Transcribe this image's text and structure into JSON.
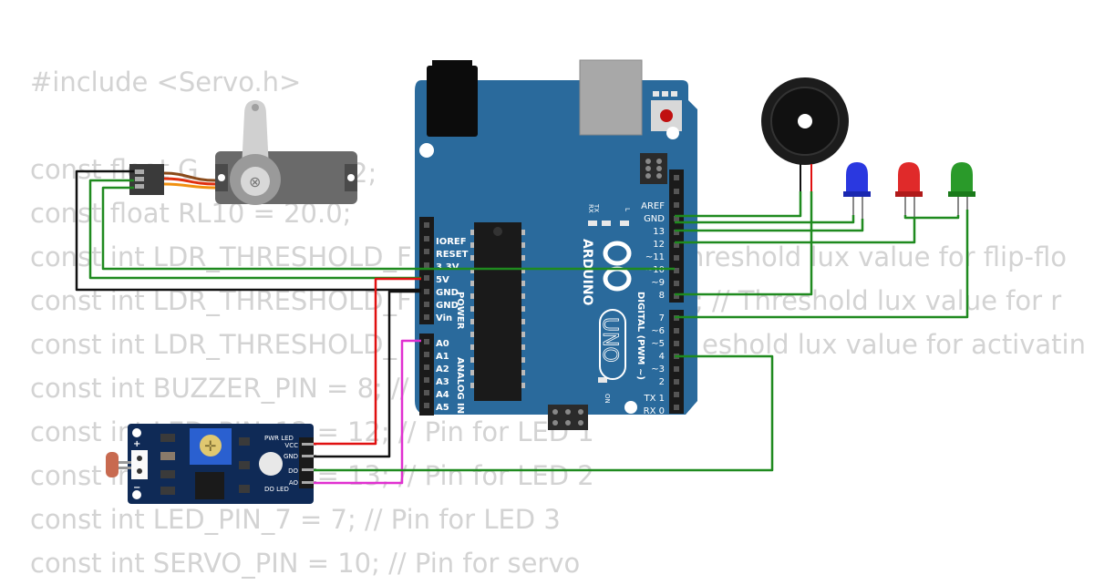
{
  "code_lines": [
    "#include <Servo.h>",
    "",
    "const float G",
    "const float RL10 = 20.0;",
    "const int LDR_THRESHOLD_F",
    "const int LDR_THRESHOLD_F",
    "const int LDR_THRESHOLD_",
    "const int BUZZER_PIN = 8; //",
    "const int LED_PIN_12 = 12; // Pin for LED 1",
    "const int LED_PIN_13 = 13; // Pin for LED 2",
    "const int LED_PIN_7 = 7; // Pin for LED 3",
    "const int SERVO_PIN = 10; // Pin for servo"
  ],
  "code_fragments": {
    "line3_tail": "2;",
    "line5_tail": "hreshold lux value for flip-flo",
    "line6_tail": "; // Threshold lux value for r",
    "line7_tail": "eshold lux value for activatin"
  },
  "board": {
    "brand": "ARDUINO",
    "model": "UNO",
    "on_label": "ON",
    "tx_label": "TX",
    "rx_label": "RX",
    "l_label": "L",
    "power_header": "POWER",
    "analog_header": "ANALOG IN",
    "digital_header": "DIGITAL (PWM ~)",
    "power_pins": [
      "IOREF",
      "RESET",
      "3.3V",
      "5V",
      "GND",
      "GND",
      "Vin"
    ],
    "analog_pins": [
      "A0",
      "A1",
      "A2",
      "A3",
      "A4",
      "A5"
    ],
    "digital_top_pins": [
      "AREF",
      "GND",
      "13",
      "12",
      "~11",
      "~10",
      "~9",
      "8"
    ],
    "digital_bottom_pins": [
      "7",
      "~6",
      "~5",
      "4",
      "~3",
      "2",
      "TX 1",
      "RX 0"
    ]
  },
  "ldr_module": {
    "pins": [
      "VCC",
      "GND",
      "DO",
      "AO"
    ],
    "pwr_led": "PWR LED",
    "do_led": "DO LED",
    "plus": "+",
    "minus": "−"
  },
  "colors": {
    "board": "#2a6a9c",
    "wire_green": "#1f8a1f",
    "wire_black": "#111111",
    "wire_red": "#e01010",
    "wire_magenta": "#e030d0",
    "led_blue": "#2a38e0",
    "led_red": "#e02a2a",
    "led_green": "#2a9a2a"
  }
}
